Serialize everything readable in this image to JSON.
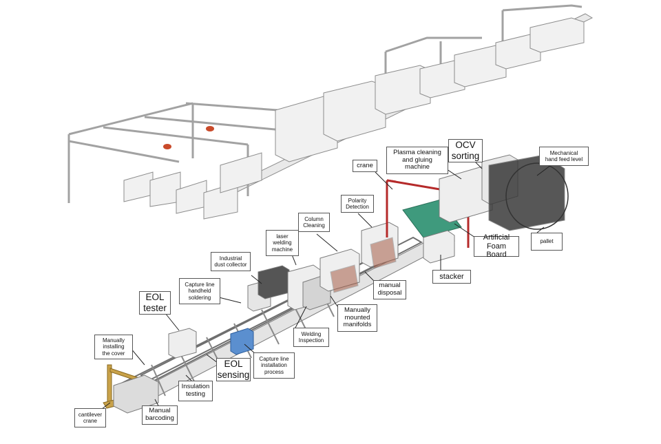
{
  "colors": {
    "machine_fill": "#eeeeee",
    "machine_stroke": "#777777",
    "frame": "#9a9a9a",
    "green_board": "#3f9a7d",
    "crane_red": "#b52a2a",
    "cantilever_gold": "#c9a24a",
    "blue_unit": "#5b8fcf",
    "leader_line": "#222222"
  },
  "labels": {
    "plasma": "Plasma cleaning\nand gluing\nmachine",
    "ocv": "OCV\nsorting",
    "mechanical": "Mechanical\nhand feed level",
    "crane": "crane",
    "polarity": "Polarity\nDetection",
    "column": "Column\nCleaning",
    "laser": "laser\nwelding\nmachine",
    "artificial": "Artificial\nFoam Board",
    "pallet": "pallet",
    "industrial": "Industrial\ndust collector",
    "stacker": "stacker",
    "manual_disposal": "manual\ndisposal",
    "capture_soldering": "Capture line\nhandheld\nsoldering",
    "eol_tester": "EOL\ntester",
    "manifolds": "Manually\nmounted\nmanifolds",
    "welding_inspection": "Welding\nInspection",
    "installing_cover": "Manually\ninstalling\nthe cover",
    "capture_install": "Capture line\ninstallation\nprocess",
    "eol_sensing": "EOL\nsensing",
    "insulation": "Insulation\ntesting",
    "cantilever": "cantilever\ncrane",
    "barcoding": "Manual\nbarcoding"
  }
}
